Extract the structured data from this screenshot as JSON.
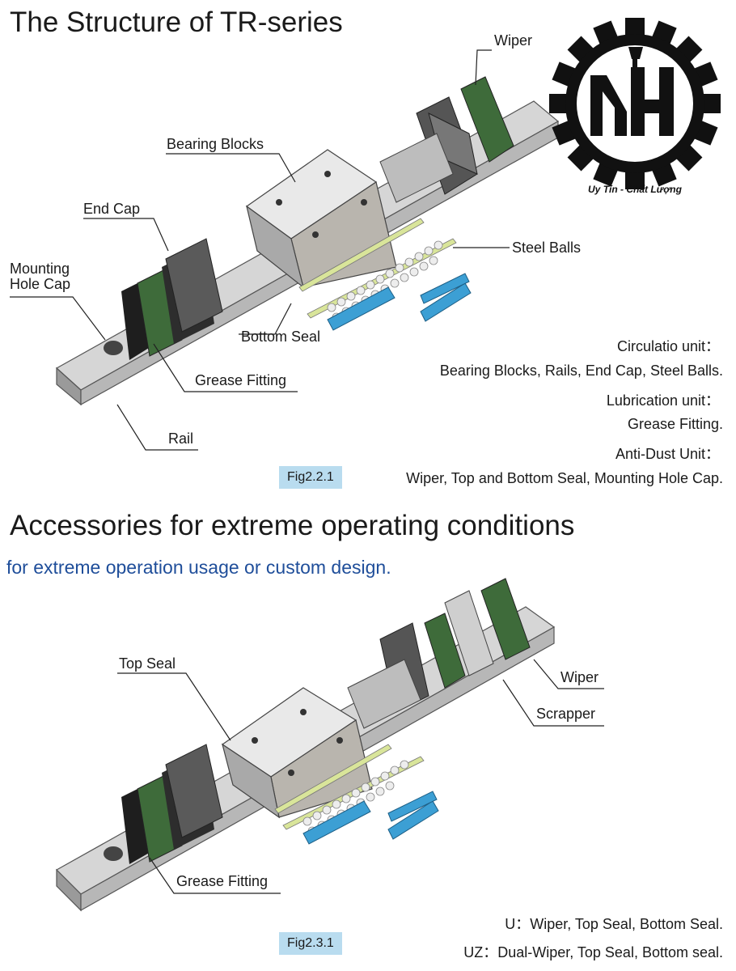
{
  "section1": {
    "title": "The Structure of TR-series",
    "labels": {
      "wiper": "Wiper",
      "bearing_blocks": "Bearing Blocks",
      "end_cap": "End Cap",
      "mounting_hole_cap_1": "Mounting",
      "mounting_hole_cap_2": "Hole Cap",
      "steel_balls": "Steel Balls",
      "bottom_seal": "Bottom Seal",
      "grease_fitting": "Grease Fitting",
      "rail": "Rail"
    },
    "notes": [
      "Circulatio unit：",
      "Bearing Blocks, Rails, End Cap, Steel Balls.",
      "Lubrication unit：",
      "Grease Fitting.",
      "Anti-Dust Unit：",
      "Wiper, Top and Bottom Seal, Mounting Hole Cap."
    ],
    "figure_tag": "Fig2.2.1"
  },
  "logo": {
    "tagline": "Uy Tín - Chất Lượng",
    "letters": "MH"
  },
  "section2": {
    "title": "Accessories for extreme operating conditions",
    "subtitle": "for extreme operation usage or custom design.",
    "labels": {
      "top_seal": "Top Seal",
      "wiper": "Wiper",
      "scrapper": "Scrapper",
      "grease_fitting": "Grease Fitting"
    },
    "notes": [
      "U：Wiper, Top Seal, Bottom Seal.",
      "UZ：Dual-Wiper, Top Seal, Bottom seal."
    ],
    "figure_tag": "Fig2.3.1"
  },
  "colors": {
    "subtitle_blue": "#1f4e9a",
    "figure_tag_bg": "#b9dcef",
    "wiper_green": "#3e6b3a",
    "tube_blue": "#3c9fd4",
    "seal_yellow": "#d9e59a"
  }
}
